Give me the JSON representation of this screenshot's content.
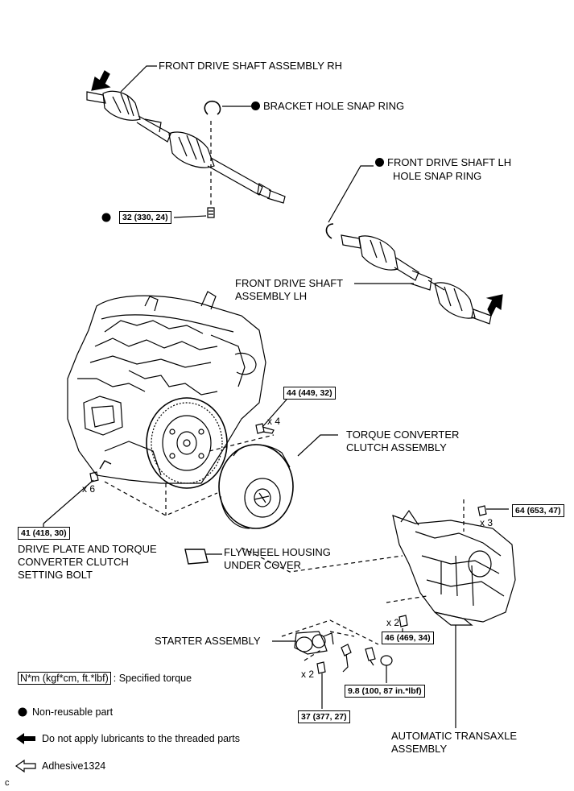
{
  "labels": {
    "rh_shaft": "FRONT DRIVE SHAFT ASSEMBLY RH",
    "bracket_snap_ring": "BRACKET HOLE SNAP RING",
    "lh_snap_ring_1": "FRONT DRIVE SHAFT LH",
    "lh_snap_ring_2": "HOLE SNAP RING",
    "lh_shaft_1": "FRONT DRIVE SHAFT",
    "lh_shaft_2": "ASSEMBLY LH",
    "torque_conv_1": "TORQUE CONVERTER",
    "torque_conv_2": "CLUTCH ASSEMBLY",
    "drive_plate_1": "DRIVE PLATE AND TORQUE",
    "drive_plate_2": "CONVERTER CLUTCH",
    "drive_plate_3": "SETTING BOLT",
    "flywheel_1": "FLYWHEEL HOUSING",
    "flywheel_2": "UNDER COVER",
    "starter": "STARTER ASSEMBLY",
    "transaxle_1": "AUTOMATIC TRANSAXLE",
    "transaxle_2": "ASSEMBLY"
  },
  "torques": {
    "t32": "32 (330, 24)",
    "t44": "44 (449, 32)",
    "t41": "41 (418, 30)",
    "t64": "64 (653, 47)",
    "t46": "46 (469, 34)",
    "t98": "9.8 (100, 87 in.*lbf)",
    "t37": "37 (377, 27)"
  },
  "counts": {
    "x4": "x 4",
    "x6": "x 6",
    "x3": "x 3",
    "x2_transaxle": "x 2",
    "x2_starter": "x 2"
  },
  "legend": {
    "torque_unit": "N*m (kgf*cm, ft.*lbf)",
    "torque_desc": ": Specified torque",
    "non_reusable": "Non-reusable part",
    "no_lubricant": "Do not apply lubricants to the threaded parts",
    "adhesive": "Adhesive1324"
  },
  "corner_mark": "c"
}
